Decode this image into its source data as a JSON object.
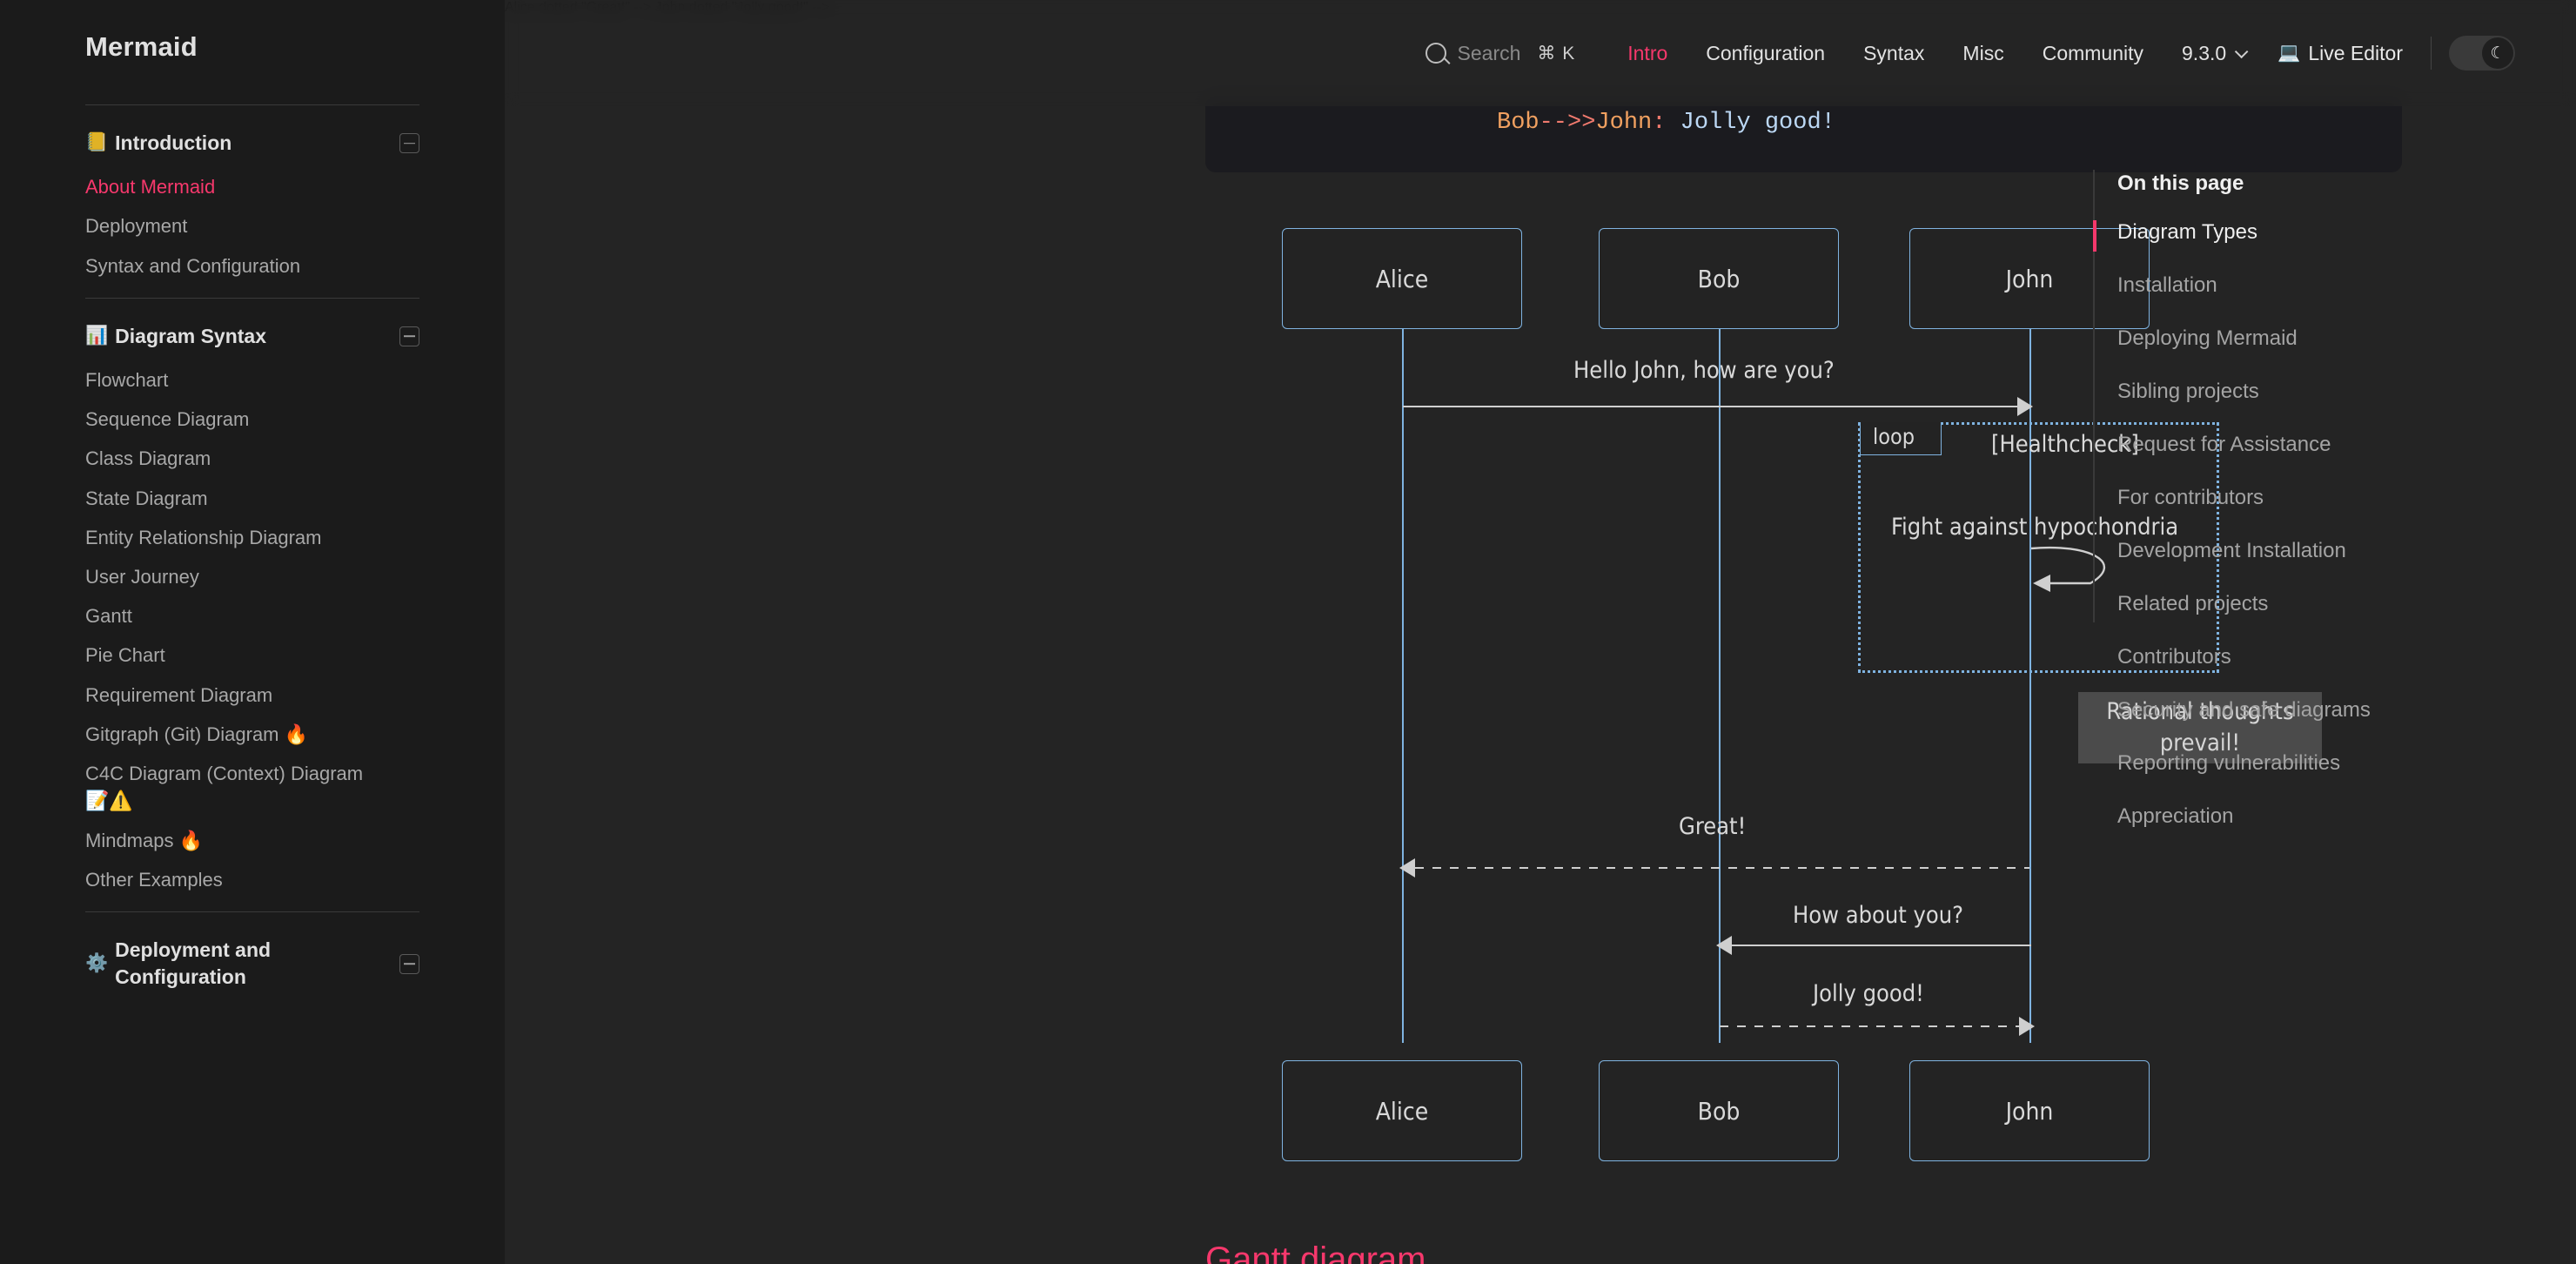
{
  "brand": "Mermaid",
  "sidebar": {
    "sections": [
      {
        "emoji": "📒",
        "title": "Introduction",
        "collapse_icon": "minus-square-icon",
        "items": [
          {
            "label": "About Mermaid",
            "active": true
          },
          {
            "label": "Deployment",
            "active": false
          },
          {
            "label": "Syntax and Configuration",
            "active": false
          }
        ]
      },
      {
        "emoji": "📊",
        "title": "Diagram Syntax",
        "collapse_icon": "minus-square-icon",
        "items": [
          {
            "label": "Flowchart",
            "active": false
          },
          {
            "label": "Sequence Diagram",
            "active": false
          },
          {
            "label": "Class Diagram",
            "active": false
          },
          {
            "label": "State Diagram",
            "active": false
          },
          {
            "label": "Entity Relationship Diagram",
            "active": false
          },
          {
            "label": "User Journey",
            "active": false
          },
          {
            "label": "Gantt",
            "active": false
          },
          {
            "label": "Pie Chart",
            "active": false
          },
          {
            "label": "Requirement Diagram",
            "active": false
          },
          {
            "label": "Gitgraph (Git) Diagram 🔥",
            "active": false
          },
          {
            "label": "C4C Diagram (Context) Diagram 📝⚠️",
            "active": false
          },
          {
            "label": "Mindmaps 🔥",
            "active": false
          },
          {
            "label": "Other Examples",
            "active": false
          }
        ]
      },
      {
        "emoji": "⚙️",
        "title": "Deployment and Configuration",
        "collapse_icon": "minus-square-icon",
        "items": []
      }
    ]
  },
  "topbar": {
    "search": {
      "icon": "search-icon",
      "placeholder": "Search",
      "shortcut": "⌘ K"
    },
    "links": [
      {
        "label": "Intro",
        "active": true
      },
      {
        "label": "Configuration",
        "active": false
      },
      {
        "label": "Syntax",
        "active": false
      },
      {
        "label": "Misc",
        "active": false
      },
      {
        "label": "Community",
        "active": false
      }
    ],
    "version": {
      "label": "9.3.0",
      "icon": "chevron-down-icon"
    },
    "live_editor": {
      "emoji": "💻",
      "label": "Live Editor"
    },
    "theme_toggle": {
      "icon": "moon-icon",
      "state": "dark"
    }
  },
  "code_block": {
    "from": "Bob",
    "arrow": "-->>",
    "to": "John",
    "colon": ":",
    "message": " Jolly good!"
  },
  "chart_data": {
    "type": "sequence-diagram",
    "title": "",
    "actors": [
      "Alice",
      "Bob",
      "John"
    ],
    "messages": [
      {
        "from": "Alice",
        "to": "John",
        "label": "Hello John, how are you?",
        "style": "solid-arrow"
      },
      {
        "from": "John",
        "to": "John",
        "label": "Fight against hypochondria",
        "style": "solid-self-loop"
      },
      {
        "from": "John",
        "to": "Alice",
        "label": "Great!",
        "style": "dotted-arrow"
      },
      {
        "from": "John",
        "to": "Bob",
        "label": "How about you?",
        "style": "solid-arrow"
      },
      {
        "from": "Bob",
        "to": "John",
        "label": "Jolly good!",
        "style": "dotted-arrow"
      }
    ],
    "blocks": [
      {
        "kind": "loop",
        "label": "loop",
        "condition": "[Healthcheck]",
        "over": "John"
      }
    ],
    "notes": [
      {
        "text": "Rational thoughts prevail!",
        "over": "John",
        "position": "right of"
      }
    ]
  },
  "diagram": {
    "actors": [
      "Alice",
      "Bob",
      "John"
    ],
    "msg1": "Hello John, how are you?",
    "loop_label": "loop",
    "loop_cond": "[Healthcheck]",
    "loop_msg": "Fight against hypochondria",
    "note": "Rational thoughts prevail!",
    "msg_great": "Great!",
    "msg_how": "How about you?",
    "msg_jolly": "Jolly good!"
  },
  "heading_gantt": "Gantt diagram",
  "toc": {
    "title": "On this page",
    "items": [
      {
        "label": "Diagram Types",
        "active": true
      },
      {
        "label": "Installation",
        "active": false
      },
      {
        "label": "Deploying Mermaid",
        "active": false
      },
      {
        "label": "Sibling projects",
        "active": false
      },
      {
        "label": "Request for Assistance",
        "active": false
      },
      {
        "label": "For contributors",
        "active": false
      },
      {
        "label": "Development Installation",
        "active": false
      },
      {
        "label": "Related projects",
        "active": false
      },
      {
        "label": "Contributors",
        "active": false
      },
      {
        "label": "Security and safe diagrams",
        "active": false
      },
      {
        "label": "Reporting vulnerabilities",
        "active": false
      },
      {
        "label": "Appreciation",
        "active": false
      }
    ]
  },
  "colors": {
    "accent": "#f6386c",
    "sidebar_bg": "#1b1b1b",
    "main_bg": "#242424",
    "actor_border": "#7fb3e0",
    "note_bg": "#4b4b4b"
  }
}
